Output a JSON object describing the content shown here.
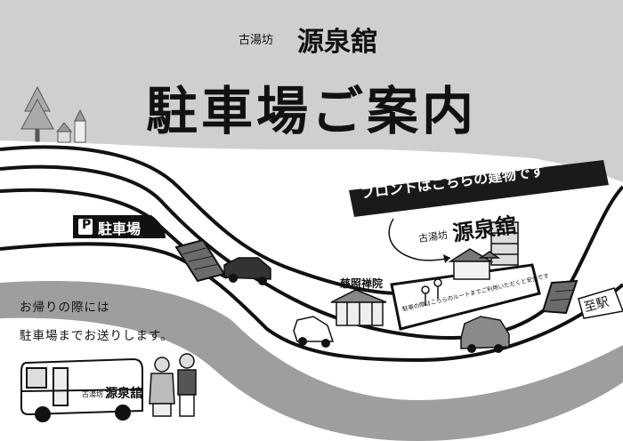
{
  "header": {
    "brand_prefix": "古湯坊",
    "brand_name": "源泉舘",
    "title": "駐車場ご案内"
  },
  "parking_label": {
    "icon_letter": "P",
    "text": "駐車場"
  },
  "front_banner": "フロントはこちらの建物です",
  "map_brand": {
    "prefix": "古湯坊",
    "name": "源泉舘"
  },
  "temple_label": "慈照禅院",
  "road_note": "駐車の際はこちらのルートまでご利用いただくと安全です",
  "station_label": "至駅",
  "shuttle_note": {
    "line1": "お帰りの際には",
    "line2": "駐車場までお送りします。"
  },
  "bus_brand": {
    "prefix": "古湯坊",
    "name": "源泉舘"
  },
  "colors": {
    "header_bg": "#cfcfcf",
    "river": "#9e9e9e",
    "banner_bg": "#1a1a1a",
    "car_gray": "#8a8a8a"
  }
}
